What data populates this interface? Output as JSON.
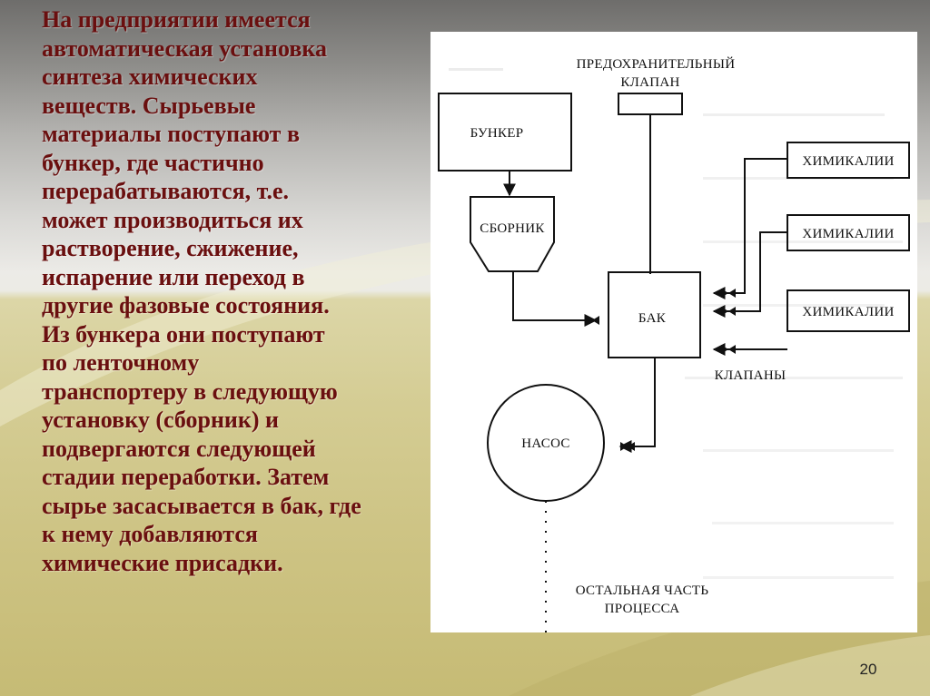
{
  "slide": {
    "body_lines": [
      "На предприятии имеется",
      "автоматическая установка",
      "синтеза химических",
      "веществ. Сырьевые",
      "материалы поступают в",
      "бункер, где частично",
      "перерабатываются, т.е.",
      "может производиться их",
      "растворение, сжижение,",
      "испарение или переход в",
      "другие фазовые состояния.",
      "Из бункера они поступают",
      "по ленточному",
      "транспортеру в следующую",
      "установку (сборник) и",
      "подвергаются следующей",
      "стадии переработки. Затем",
      "сырье засасывается в бак, где",
      "к нему добавляются",
      "химические присадки."
    ],
    "page_number": "20"
  },
  "diagram": {
    "safety_valve_line1": "ПРЕДОХРАНИТЕЛЬНЫЙ",
    "safety_valve_line2": "КЛАПАН",
    "bunker": "БУНКЕР",
    "collector": "СБОРНИК",
    "tank": "БАК",
    "chem1": "ХИМИКАЛИИ",
    "chem2": "ХИМИКАЛИИ",
    "chem3": "ХИМИКАЛИИ",
    "valves": "КЛАПАНЫ",
    "pump": "НАСОС",
    "rest_line1": "ОСТАЛЬНАЯ ЧАСТЬ",
    "rest_line2": "ПРОЦЕССА"
  }
}
